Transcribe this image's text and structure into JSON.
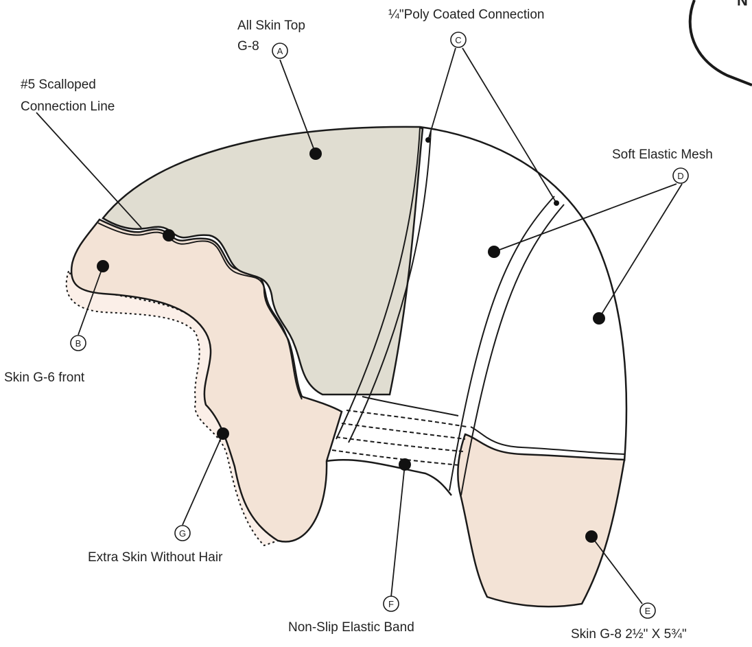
{
  "diagram": {
    "labels": {
      "skin_top": {
        "line1": "All Skin Top",
        "line2": "G-8",
        "marker": "A"
      },
      "poly": {
        "text": "¼\"Poly Coated Connection",
        "marker": "C"
      },
      "scallop": {
        "line1": "#5 Scalloped",
        "line2": "Connection Line"
      },
      "mesh": {
        "text": "Soft Elastic Mesh",
        "marker": "D"
      },
      "skin_front": {
        "text": "Skin G-6 front",
        "marker": "B"
      },
      "extra_skin": {
        "text": "Extra Skin Without Hair",
        "marker": "G"
      },
      "band": {
        "text": "Non-Slip Elastic Band",
        "marker": "F"
      },
      "skin_back": {
        "text": "Skin G-8  2½\" X 5¾\"",
        "marker": "E"
      }
    },
    "corner_badge": {
      "text": "N"
    },
    "colors": {
      "skin_top": "#e0ddd1",
      "skin_front": "#f3e3d6",
      "extra_skin": "#fbefe8",
      "mesh": "#ffffff",
      "outline": "#1a1a1a"
    }
  }
}
